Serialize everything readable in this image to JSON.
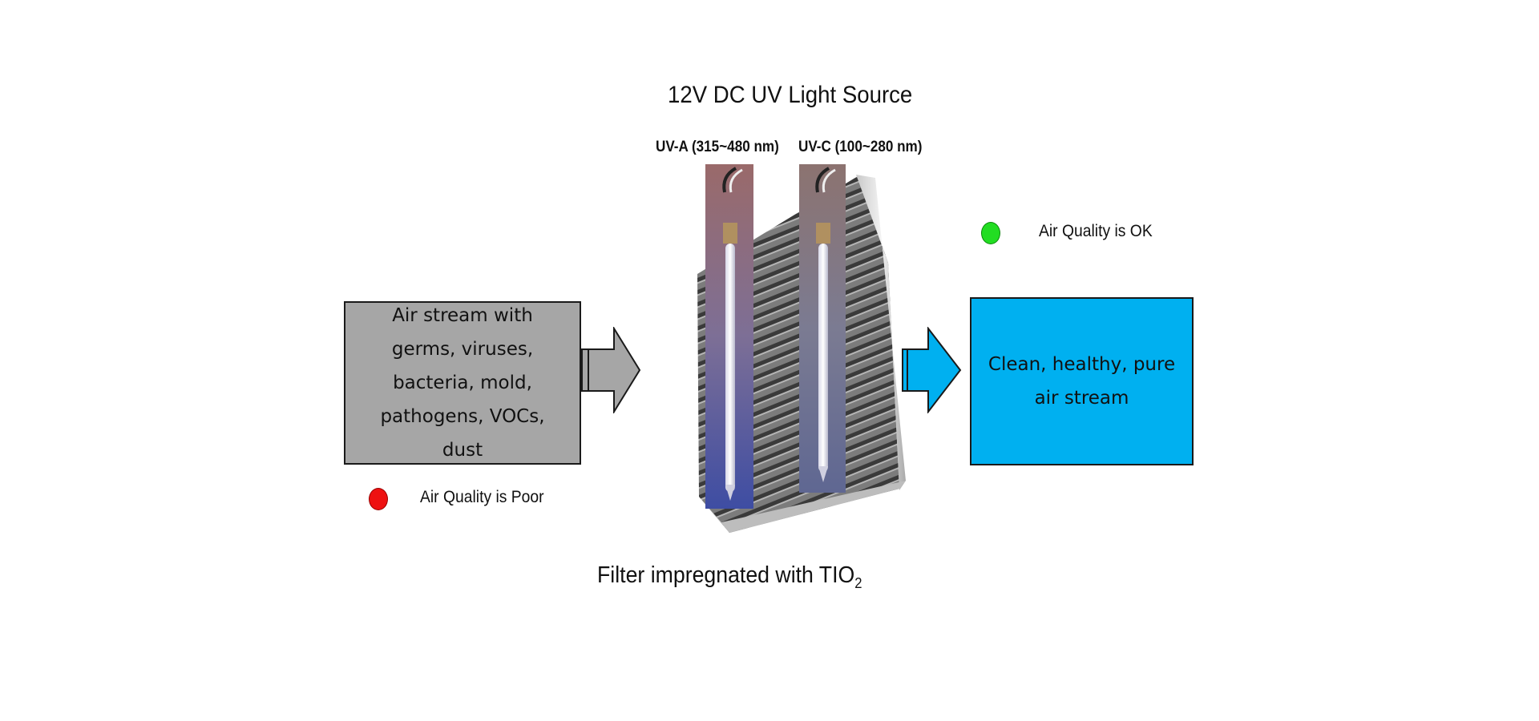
{
  "title": "12V DC UV Light Source",
  "lamps": {
    "uva_label": "UV-A (315~480 nm)",
    "uvc_label": "UV-C (100~280 nm)"
  },
  "input_box": {
    "text": "Air stream with germs, viruses, bacteria, mold, pathogens, VOCs, dust",
    "color": "#a6a6a6"
  },
  "output_box": {
    "text": "Clean, healthy, pure air stream",
    "color": "#00b0f0"
  },
  "status_poor": {
    "text": "Air Quality is Poor",
    "color": "#ee1111"
  },
  "status_ok": {
    "text": "Air Quality is OK",
    "color": "#22dd22"
  },
  "filter_caption": {
    "text": "Filter impregnated with TIO",
    "subscript": "2"
  }
}
